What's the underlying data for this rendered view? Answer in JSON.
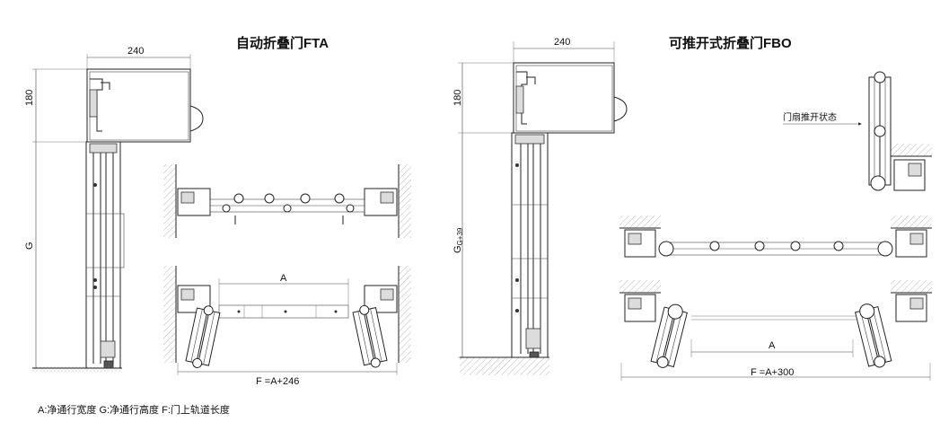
{
  "left": {
    "title": "自动折叠门FTA",
    "width_label": "240",
    "head_height_label": "180",
    "height_label": "G",
    "opening_label": "A",
    "track_label": "F =A+246"
  },
  "right": {
    "title": "可推开式折叠门FBO",
    "width_label": "240",
    "head_height_label": "180",
    "height_label": "G",
    "height_suffix": "G+39",
    "callout": "门扇推开状态",
    "opening_label": "A",
    "track_label": "F =A+300"
  },
  "legend": "A:净通行宽度 G:净通行高度 F:门上轨道长度"
}
